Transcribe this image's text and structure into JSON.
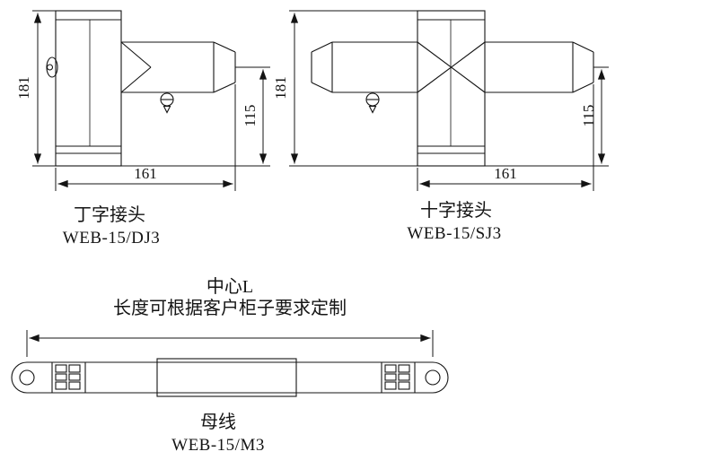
{
  "sheet": {
    "background": "#ffffff",
    "line_color": "#141414"
  },
  "figures": {
    "tee_joint": {
      "label": "丁字接头",
      "model": "WEB-15/DJ3",
      "dims": {
        "height": "181",
        "side": "115",
        "width": "161"
      }
    },
    "cross_joint": {
      "label": "十字接头",
      "model": "WEB-15/SJ3",
      "dims": {
        "height": "181",
        "side": "115",
        "width": "161"
      }
    },
    "busbar": {
      "label": "母线",
      "model": "WEB-15/M3",
      "center_length_label": "中心L",
      "length_note": "长度可根据客户柜子要求定制"
    }
  }
}
